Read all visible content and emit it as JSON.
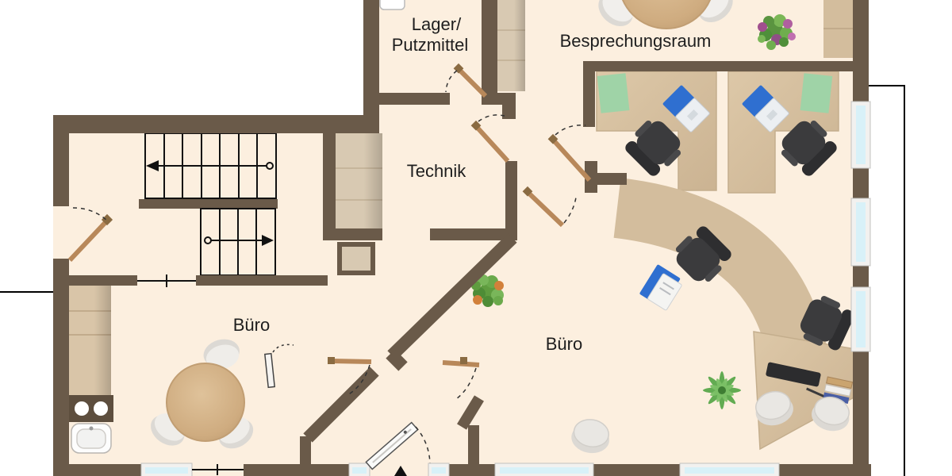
{
  "plan": {
    "type": "floor-plan",
    "labels": {
      "lager_line1": "Lager/",
      "lager_line2": "Putzmittel",
      "besprechungsraum": "Besprechungsraum",
      "technik": "Technik",
      "buero_left": "Büro",
      "buero_right": "Büro"
    },
    "colors": {
      "wall": "#6a5a49",
      "floor": "#fcefdf",
      "exterior": "#ffffff",
      "tile_shaft": "#d8c9b2",
      "desk_wood": "#d5bf9e",
      "table_wood": "#d0ae85",
      "window_glass": "#d8f1f8",
      "window_frame": "#f2f1ef",
      "chair_dark": "#3b3b3d",
      "chair_light": "#efede9",
      "mat_green": "#9fd3a7",
      "laptop_blue": "#2f6fd0",
      "door_wood": "#b8885a",
      "plant_green": "#5f9c3f",
      "plant_flower": "#a04f8e",
      "stair_line": "#111111"
    }
  }
}
